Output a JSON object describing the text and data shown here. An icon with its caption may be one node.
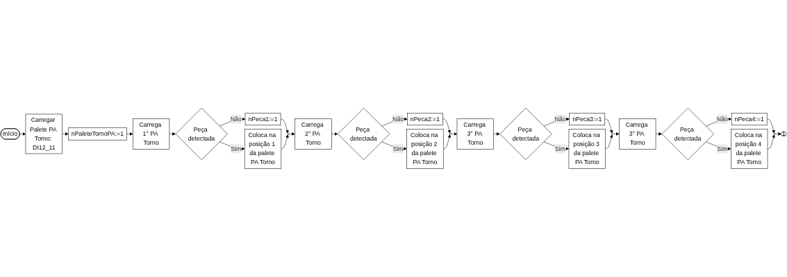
{
  "diagram": {
    "nodes": [
      {
        "text": [
          "Início"
        ]
      },
      {
        "text": [
          "Carregar Palete PA Torno: DI12_11"
        ]
      },
      {
        "text": [
          "nPaleteTornoPA:=1"
        ]
      },
      {
        "text": [
          "Carrega 1° PA Torno"
        ]
      },
      {
        "text": [
          "Peça detectada"
        ]
      },
      {
        "text": [
          "nPeca1:=1"
        ]
      },
      {
        "text": [
          "Coloca na posição 1 da palete PA Torno"
        ]
      },
      {
        "text": [],
        "shape": "circle"
      },
      {
        "text": [
          "Carrega 2° PA Torno"
        ]
      },
      {
        "text": [
          "Peça detectada"
        ]
      },
      {
        "text": [
          "nPeca2:=1"
        ]
      },
      {
        "text": [
          "Coloca na posição 2 da palete PA Torno"
        ]
      },
      {
        "text": [],
        "shape": "circle"
      },
      {
        "text": [
          "Carrega 3° PA Torno"
        ]
      },
      {
        "text": [
          "Peça detectada"
        ]
      },
      {
        "text": [
          "nPeca3:=1"
        ]
      },
      {
        "text": [
          "Coloca na posição 3 da palete PA Torno"
        ]
      },
      {
        "text": [],
        "shape": "circle"
      },
      {
        "text": [
          "Carrega 3° PA Torno"
        ]
      },
      {
        "text": [
          "Peça detectada"
        ]
      },
      {
        "text": [
          "nPeca4:=1"
        ]
      },
      {
        "text": [
          "Coloca na posição 4 da palete PA Torno"
        ]
      },
      {
        "text": [],
        "shape": "circle"
      },
      {
        "text": [
          "1"
        ]
      }
    ],
    "edges": [
      {
        "from": 0,
        "to": 1,
        "arrow": "to"
      },
      {
        "from": 1,
        "to": 2,
        "arrow": "to"
      },
      {
        "from": 2,
        "to": 3,
        "arrow": "to"
      },
      {
        "from": 3,
        "to": 4,
        "arrow": "to"
      },
      {
        "from": 4,
        "to": 5,
        "label": "Não",
        "arrow": "to"
      },
      {
        "from": 4,
        "to": 6,
        "label": "Sim",
        "arrow": "to"
      },
      {
        "from": 5,
        "to": 7,
        "arrow": "to"
      },
      {
        "from": 6,
        "to": 7,
        "arrow": "to"
      },
      {
        "from": 7,
        "to": 8,
        "arrow": "to"
      },
      {
        "from": 8,
        "to": 9,
        "arrow": "to"
      },
      {
        "from": 9,
        "to": 10,
        "label": "Não",
        "arrow": "to"
      },
      {
        "from": 9,
        "to": 11,
        "label": "Sim",
        "arrow": "to"
      },
      {
        "from": 10,
        "to": 12,
        "arrow": "to"
      },
      {
        "from": 11,
        "to": 12,
        "arrow": "to"
      },
      {
        "from": 12,
        "to": 13,
        "arrow": "to"
      },
      {
        "from": 13,
        "to": 14,
        "arrow": "to"
      },
      {
        "from": 14,
        "to": 15,
        "label": "Não",
        "arrow": "to"
      },
      {
        "from": 14,
        "to": 16,
        "label": "Sim",
        "arrow": "to"
      },
      {
        "from": 15,
        "to": 17,
        "arrow": "to"
      },
      {
        "from": 16,
        "to": 17,
        "arrow": "to"
      },
      {
        "from": 17,
        "to": 18,
        "arrow": "to"
      },
      {
        "from": 18,
        "to": 19,
        "arrow": "to"
      },
      {
        "from": 19,
        "to": 20,
        "label": "Não",
        "arrow": "to"
      },
      {
        "from": 19,
        "to": 21,
        "label": "Sim",
        "arrow": "to"
      },
      {
        "from": 20,
        "to": 22,
        "arrow": "to"
      },
      {
        "from": 21,
        "to": 22,
        "arrow": "to"
      },
      {
        "from": 22,
        "to": 23,
        "arrow": "to"
      }
    ]
  }
}
